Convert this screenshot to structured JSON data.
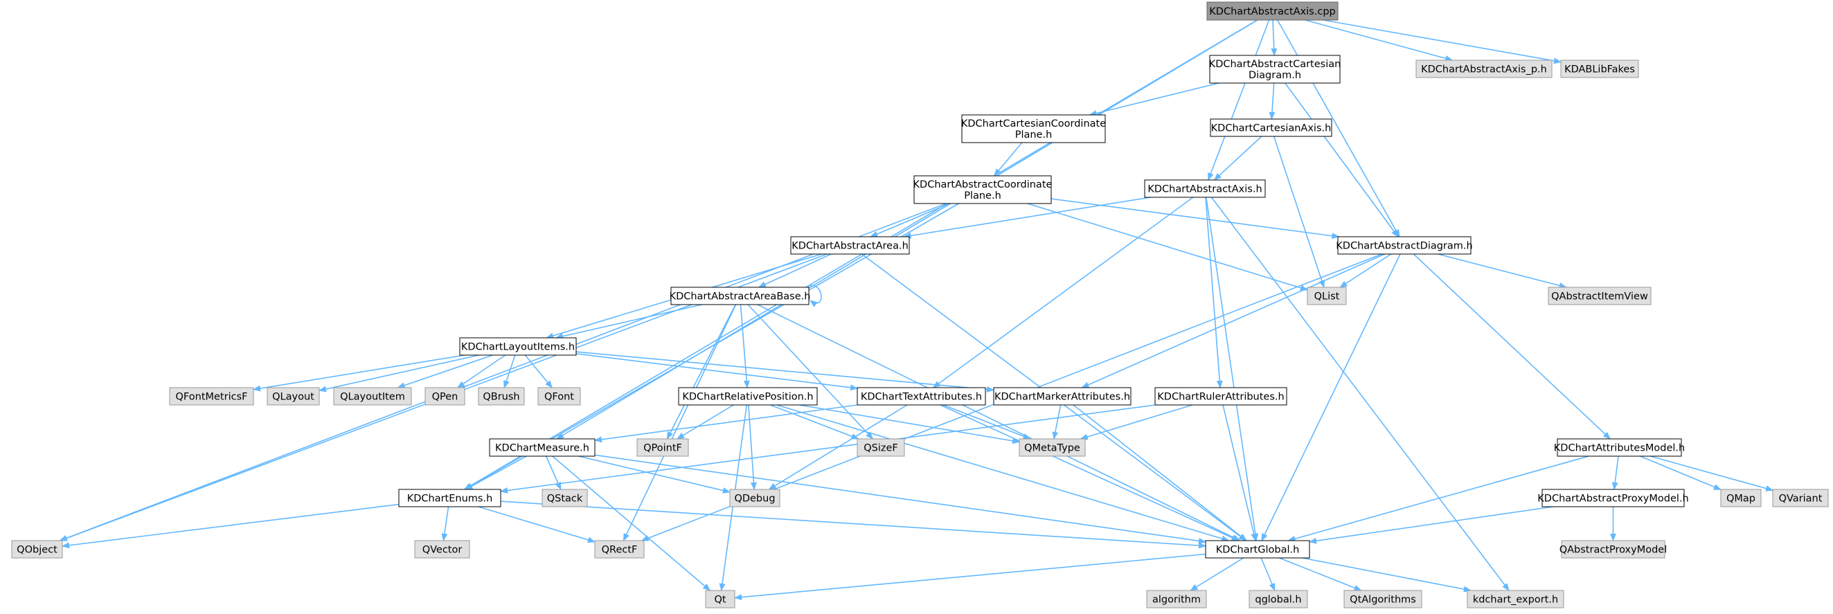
{
  "colors": {
    "edge": "#63b8ff",
    "root_fill": "#999999",
    "root_stroke": "#666666",
    "file_fill": "#ffffff",
    "file_stroke": "#000000",
    "external_fill": "#e0e0e0",
    "external_stroke": "#999999"
  },
  "nodes": [
    {
      "id": "root",
      "label": [
        "KDChartAbstractAxis.cpp"
      ],
      "kind": "root"
    },
    {
      "id": "cartdiag",
      "label": [
        "KDChartAbstractCartesian",
        "Diagram.h"
      ],
      "kind": "file"
    },
    {
      "id": "axis_p",
      "label": [
        "KDChartAbstractAxis_p.h"
      ],
      "kind": "external"
    },
    {
      "id": "kdablib",
      "label": [
        "KDABLibFakes"
      ],
      "kind": "external"
    },
    {
      "id": "cartcoord",
      "label": [
        "KDChartCartesianCoordinate",
        "Plane.h"
      ],
      "kind": "file"
    },
    {
      "id": "cartaxis",
      "label": [
        "KDChartCartesianAxis.h"
      ],
      "kind": "file"
    },
    {
      "id": "abscoord",
      "label": [
        "KDChartAbstractCoordinate",
        "Plane.h"
      ],
      "kind": "file"
    },
    {
      "id": "absaxis",
      "label": [
        "KDChartAbstractAxis.h"
      ],
      "kind": "file"
    },
    {
      "id": "absdiag",
      "label": [
        "KDChartAbstractDiagram.h"
      ],
      "kind": "file"
    },
    {
      "id": "absarea",
      "label": [
        "KDChartAbstractArea.h"
      ],
      "kind": "file"
    },
    {
      "id": "qlist",
      "label": [
        "QList"
      ],
      "kind": "external"
    },
    {
      "id": "qaiv",
      "label": [
        "QAbstractItemView"
      ],
      "kind": "external"
    },
    {
      "id": "areabase",
      "label": [
        "KDChartAbstractAreaBase.h"
      ],
      "kind": "file"
    },
    {
      "id": "layout",
      "label": [
        "KDChartLayoutItems.h"
      ],
      "kind": "file"
    },
    {
      "id": "qfm",
      "label": [
        "QFontMetricsF"
      ],
      "kind": "external"
    },
    {
      "id": "qlayout",
      "label": [
        "QLayout"
      ],
      "kind": "external"
    },
    {
      "id": "qlayoutitem",
      "label": [
        "QLayoutItem"
      ],
      "kind": "external"
    },
    {
      "id": "qpen",
      "label": [
        "QPen"
      ],
      "kind": "external"
    },
    {
      "id": "qbrush",
      "label": [
        "QBrush"
      ],
      "kind": "external"
    },
    {
      "id": "qfont",
      "label": [
        "QFont"
      ],
      "kind": "external"
    },
    {
      "id": "relpos",
      "label": [
        "KDChartRelativePosition.h"
      ],
      "kind": "file"
    },
    {
      "id": "textattr",
      "label": [
        "KDChartTextAttributes.h"
      ],
      "kind": "file"
    },
    {
      "id": "markerattr",
      "label": [
        "KDChartMarkerAttributes.h"
      ],
      "kind": "file"
    },
    {
      "id": "rulerattr",
      "label": [
        "KDChartRulerAttributes.h"
      ],
      "kind": "file"
    },
    {
      "id": "qpointf",
      "label": [
        "QPointF"
      ],
      "kind": "external"
    },
    {
      "id": "qsizef",
      "label": [
        "QSizeF"
      ],
      "kind": "external"
    },
    {
      "id": "qmetatype",
      "label": [
        "QMetaType"
      ],
      "kind": "external"
    },
    {
      "id": "measure",
      "label": [
        "KDChartMeasure.h"
      ],
      "kind": "file"
    },
    {
      "id": "attrmodel",
      "label": [
        "KDChartAttributesModel.h"
      ],
      "kind": "file"
    },
    {
      "id": "enums",
      "label": [
        "KDChartEnums.h"
      ],
      "kind": "file"
    },
    {
      "id": "qstack",
      "label": [
        "QStack"
      ],
      "kind": "external"
    },
    {
      "id": "qdebug",
      "label": [
        "QDebug"
      ],
      "kind": "external"
    },
    {
      "id": "proxymodel",
      "label": [
        "KDChartAbstractProxyModel.h"
      ],
      "kind": "file"
    },
    {
      "id": "qmap",
      "label": [
        "QMap"
      ],
      "kind": "external"
    },
    {
      "id": "qvariant",
      "label": [
        "QVariant"
      ],
      "kind": "external"
    },
    {
      "id": "qobject",
      "label": [
        "QObject"
      ],
      "kind": "external"
    },
    {
      "id": "qvector",
      "label": [
        "QVector"
      ],
      "kind": "external"
    },
    {
      "id": "qrectf",
      "label": [
        "QRectF"
      ],
      "kind": "external"
    },
    {
      "id": "global",
      "label": [
        "KDChartGlobal.h"
      ],
      "kind": "file"
    },
    {
      "id": "qapm",
      "label": [
        "QAbstractProxyModel"
      ],
      "kind": "external"
    },
    {
      "id": "qt",
      "label": [
        "Qt"
      ],
      "kind": "external"
    },
    {
      "id": "algorithm",
      "label": [
        "algorithm"
      ],
      "kind": "external"
    },
    {
      "id": "qglobal",
      "label": [
        "qglobal.h"
      ],
      "kind": "external"
    },
    {
      "id": "qtalgorithms",
      "label": [
        "QtAlgorithms"
      ],
      "kind": "external"
    },
    {
      "id": "kdexport",
      "label": [
        "kdchart_export.h"
      ],
      "kind": "external"
    }
  ]
}
